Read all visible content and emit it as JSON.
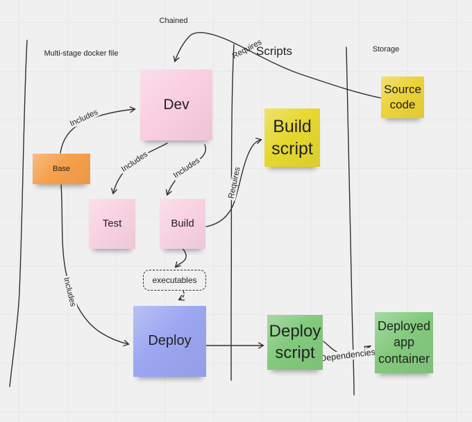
{
  "canvas": {
    "background": "#f0f0f1",
    "grid_color": "#e7e7e8",
    "ink_color": "#2e2e2e"
  },
  "section_labels": {
    "chained": "Chained",
    "multi_stage": "Multi-stage docker file",
    "scripts": "Scripts",
    "storage": "Storage"
  },
  "notes": {
    "dev": {
      "text": "Dev",
      "color": "#f9cfe1"
    },
    "base": {
      "text": "Base",
      "color": "#f5a04c"
    },
    "test": {
      "text": "Test",
      "color": "#f9d2e2"
    },
    "build": {
      "text": "Build",
      "color": "#f9d2e2"
    },
    "build_script": {
      "text": "Build script",
      "color": "#e6d72f"
    },
    "source_code": {
      "text": "Source code",
      "color": "#ecd339"
    },
    "executables": {
      "text": "executables"
    },
    "deploy": {
      "text": "Deploy",
      "color": "#9ca6f1"
    },
    "deploy_script": {
      "text": "Deploy script",
      "color": "#82ca7d"
    },
    "deployed_app": {
      "text": "Deployed app container",
      "color": "#82ca7d"
    }
  },
  "edge_labels": {
    "requires_source_dev": "Requires",
    "includes_base_dev": "Includes",
    "includes_dev_test": "Includes",
    "includes_dev_build": "Includes",
    "requires_build_script": "Requires",
    "includes_base_deploy": "Includes",
    "dependencies": "Dependencies"
  }
}
